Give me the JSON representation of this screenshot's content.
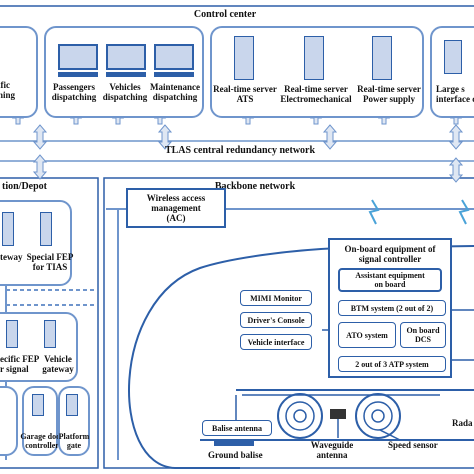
{
  "control_center": {
    "title": "Control center",
    "left_item": "ific\nhing",
    "dispatching": [
      "Passengers\ndispatching",
      "Vehicles\ndispatching",
      "Maintenance\ndispatching"
    ],
    "servers": [
      "Real-time server\nATS",
      "Real-time server\nElectromechanical",
      "Real-time server\nPower supply"
    ],
    "right_item": "Large s\ninterface c"
  },
  "redundancy_network": "TLAS central redundancy network",
  "station": {
    "title": "tion/Depot",
    "gateway": "teway",
    "special_fep": "Special FEP\nfor TIAS",
    "specific_fep": "ecific FEP\nr signal",
    "vehicle_gateway": "Vehicle\ngateway",
    "garage_door": "Garage door\ncontroller",
    "platform_gate": "Platform\ngate"
  },
  "backbone": {
    "title": "Backbone network",
    "wireless_ac": "Wireless access\nmanagement\n(AC)"
  },
  "onboard": {
    "title": "On-board equipment of\nsignal controller",
    "assistant": "Assistant equipment\non board",
    "btm": "BTM system (2 out of 2)",
    "ato": "ATO system",
    "dcs": "On board\nDCS",
    "atp": "2 out of 3 ATP system"
  },
  "train_panel": [
    "MIMI Monitor",
    "Driver's Console",
    "Vehicle interface"
  ],
  "bottom": {
    "balise_antenna": "Balise antenna",
    "ground_balise": "Ground balise",
    "waveguide": "Waveguide\nantenna",
    "speed_sensor": "Speed sensor",
    "radar": "Rada"
  },
  "colors": {
    "accent": "#2d5fa8",
    "light": "#6f95cc",
    "fill": "#c9d6ec",
    "arrow": "#dfe7f3"
  }
}
